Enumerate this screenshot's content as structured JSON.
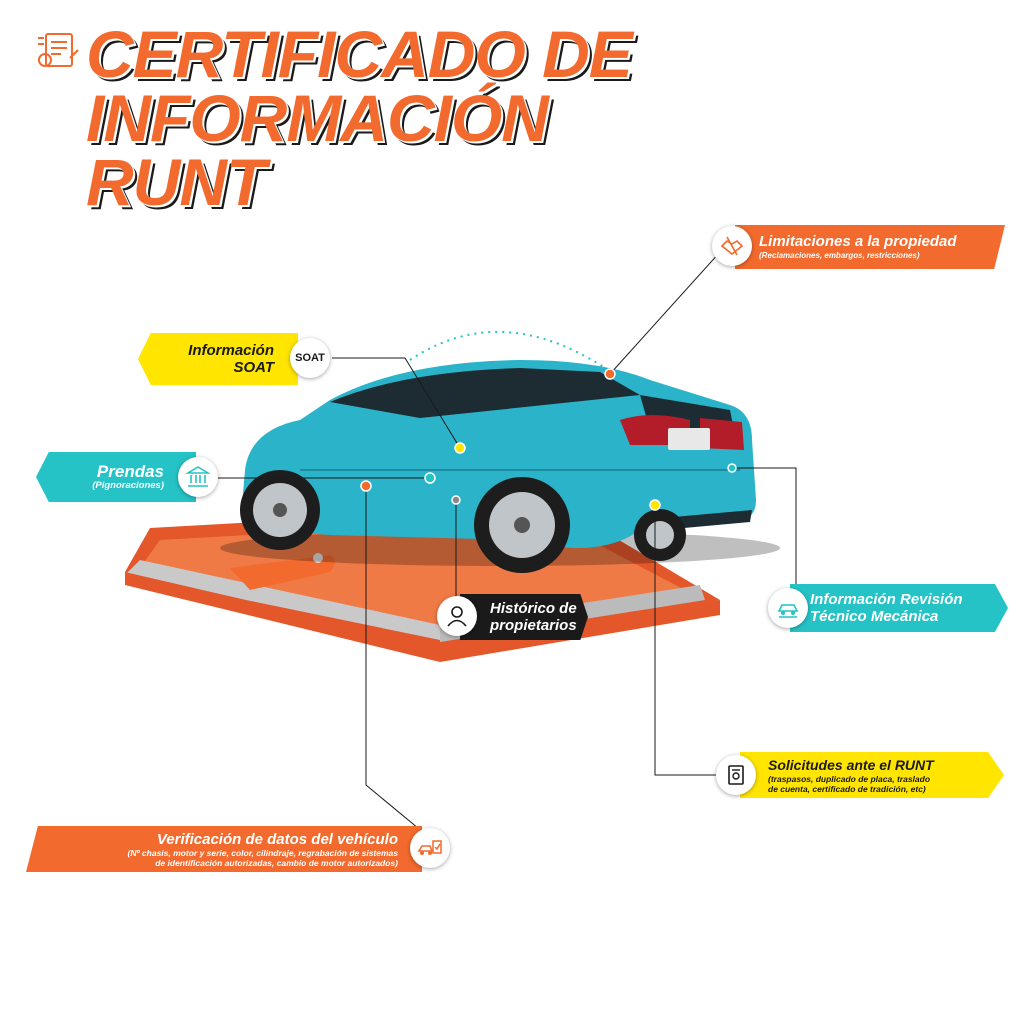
{
  "title": {
    "line1": "CERTIFICADO DE",
    "line2": "INFORMACIÓN",
    "line3": "RUNT"
  },
  "callouts": {
    "limitaciones": {
      "main": "Limitaciones a la propiedad",
      "sub": "(Reclamaciones, embargos, restricciones)"
    },
    "soat": {
      "main1": "Información",
      "main2": "SOAT",
      "icon_text": "SOAT"
    },
    "prendas": {
      "main": "Prendas",
      "sub": "(Pignoraciones)"
    },
    "historico": {
      "main1": "Histórico de",
      "main2": "propietarios"
    },
    "revision": {
      "main1": "Información Revisión",
      "main2": "Técnico Mecánica"
    },
    "solicitudes": {
      "main": "Solicitudes ante el RUNT",
      "sub1": "(traspasos, duplicado de placa, traslado",
      "sub2": "de cuenta, certificado de tradición, etc)"
    },
    "verificacion": {
      "main": "Verificación de datos del vehículo",
      "sub1": "(Nº chasis, motor y serie, color, cilindraje, regrabación de sistemas",
      "sub2": "de identificación autorizadas, cambio de motor autorizados)"
    }
  },
  "colors": {
    "orange": "#f26a2d",
    "yellow": "#ffe500",
    "teal": "#25c3c6",
    "dark": "#1a1a1a",
    "car": "#2bb3c9"
  }
}
